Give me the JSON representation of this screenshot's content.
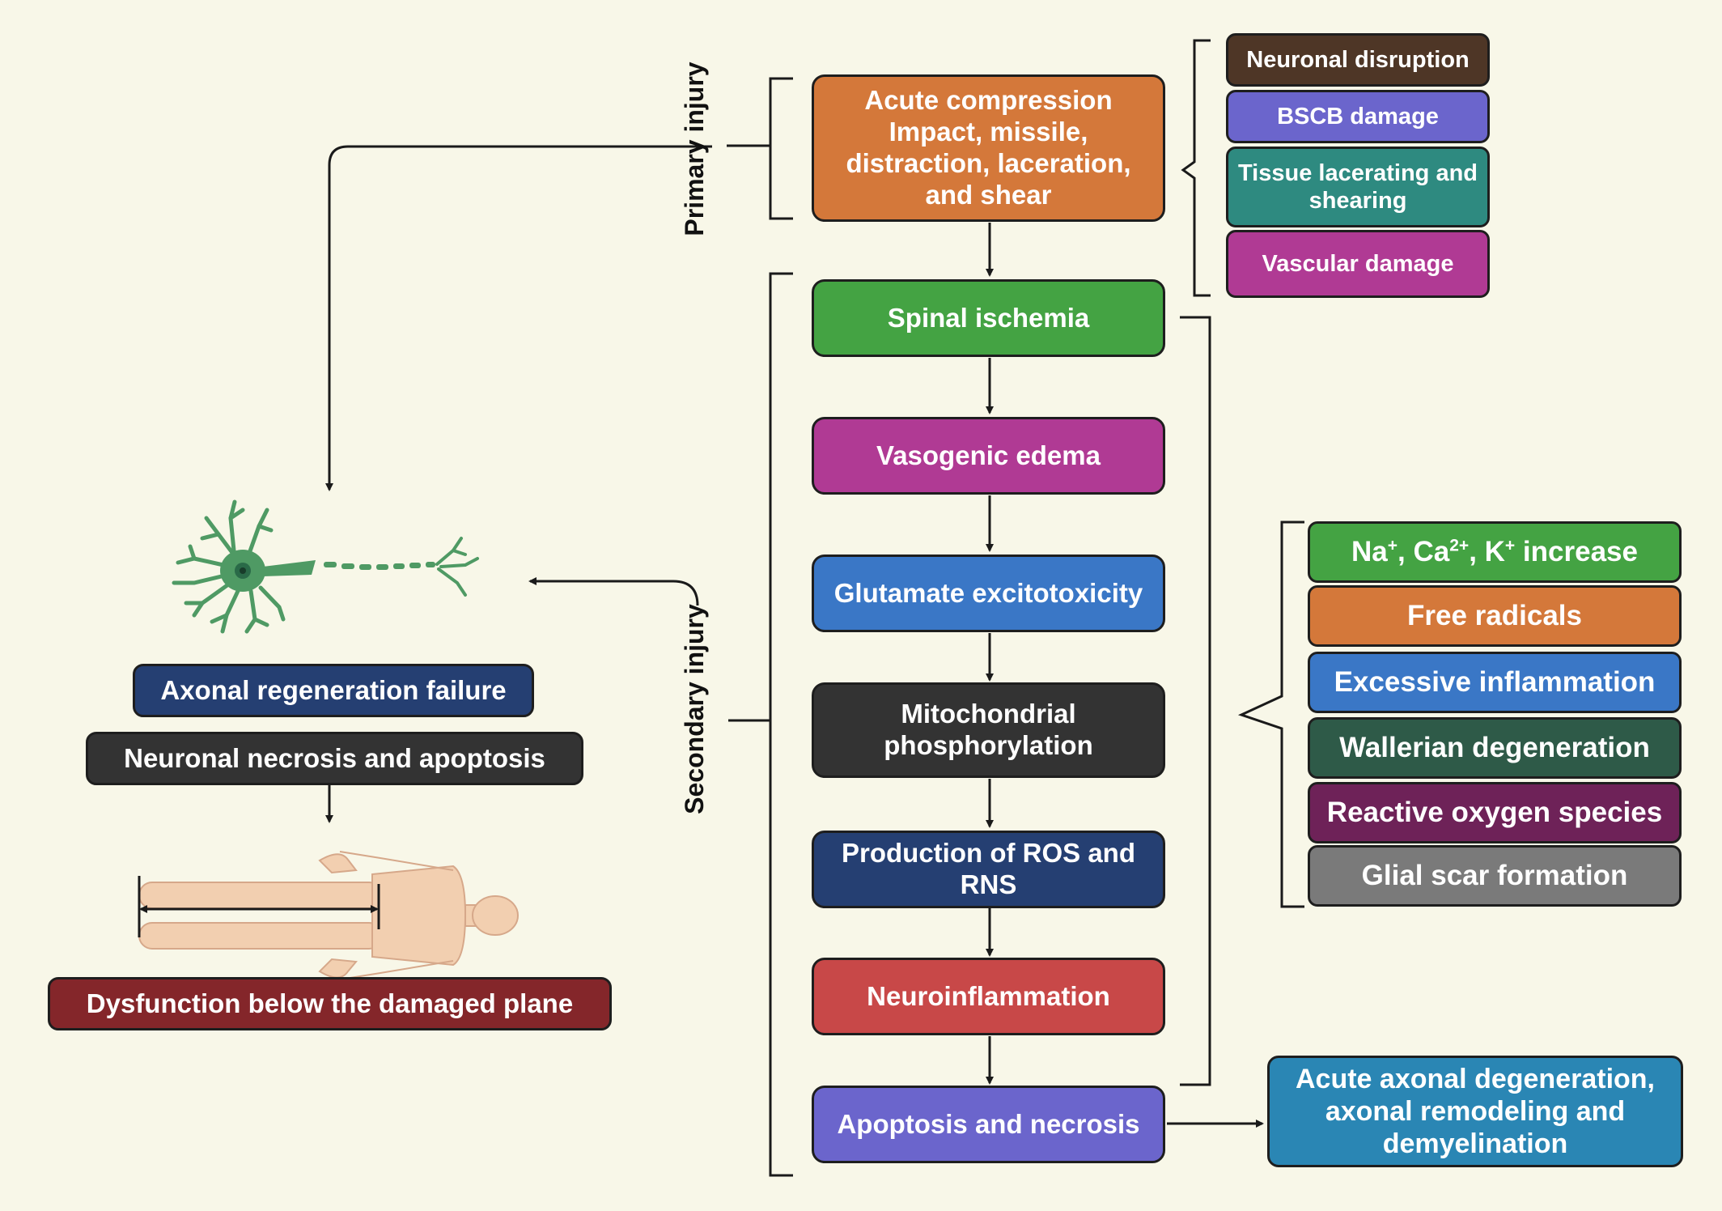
{
  "labels": {
    "primary_injury": "Primary injury",
    "secondary_injury": "Secondary injury"
  },
  "center_flow": {
    "acute_compression": "Acute compression Impact, missile, distraction, laceration, and shear",
    "spinal_ischemia": "Spinal ischemia",
    "vasogenic_edema": "Vasogenic edema",
    "glutamate_excitotoxicity": "Glutamate excitotoxicity",
    "mitochondrial_phosphorylation": "Mitochondrial phosphorylation",
    "ros_rns": "Production of ROS and RNS",
    "neuroinflammation": "Neuroinflammation",
    "apoptosis_necrosis": "Apoptosis and necrosis"
  },
  "primary_effects": [
    "Neuronal disruption",
    "BSCB damage",
    "Tissue lacerating and shearing",
    "Vascular damage"
  ],
  "secondary_effects": {
    "ion_increase": {
      "na": "Na",
      "na_sup": "+",
      "ca": "Ca",
      "ca_sup": "2+",
      "k": "K",
      "k_sup": "+",
      "suffix": " increase"
    },
    "items": [
      "Free radicals",
      "Excessive inflammation",
      "Wallerian degeneration",
      "Reactive oxygen species",
      "Glial scar formation"
    ]
  },
  "outcome_right": "Acute axonal degeneration, axonal remodeling and demyelination",
  "left_outcomes": {
    "axonal_failure": "Axonal regeneration failure",
    "necrosis_apoptosis": "Neuronal necrosis and apoptosis",
    "dysfunction": "Dysfunction below the damaged plane"
  },
  "colors": {
    "background": "#f8f7e8",
    "acute_compression": "#d4783a",
    "spinal_ischemia": "#44a343",
    "vasogenic_edema": "#b03a94",
    "glutamate_excitotoxicity": "#3a77c6",
    "mitochondrial_phosphorylation": "#333333",
    "ros_rns": "#253f72",
    "neuroinflammation": "#c84848",
    "apoptosis_necrosis": "#6b65cc",
    "neuronal_disruption": "#4e3626",
    "bscb_damage": "#6b65cc",
    "tissue_lacerating": "#2e8a80",
    "vascular_damage": "#b03a94",
    "ion_increase": "#44a343",
    "free_radicals": "#d4783a",
    "excessive_inflammation": "#3a77c6",
    "wallerian_degeneration": "#2e5a48",
    "reactive_oxygen_species": "#6e2258",
    "glial_scar_formation": "#7a7a7a",
    "outcome_right": "#2a86b4",
    "axonal_failure": "#253f72",
    "necrosis_apoptosis": "#333333",
    "dysfunction": "#84262a",
    "neuron": "#4f9a64",
    "body": "#f2cfb0"
  }
}
